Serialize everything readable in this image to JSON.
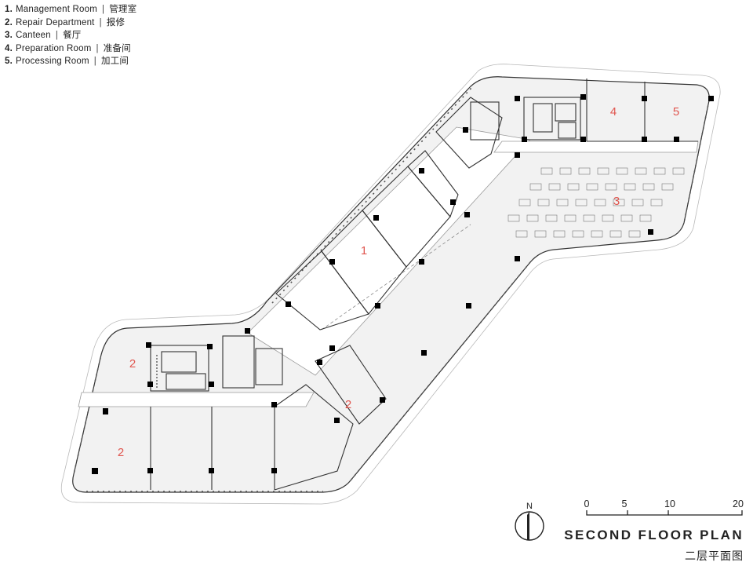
{
  "legend": {
    "items": [
      {
        "num": "1.",
        "en": "Management Room",
        "cn": "管理室"
      },
      {
        "num": "2.",
        "en": "Repair Department",
        "cn": "报修"
      },
      {
        "num": "3.",
        "en": "Canteen",
        "cn": "餐厅"
      },
      {
        "num": "4.",
        "en": "Preparation Room",
        "cn": "准备间"
      },
      {
        "num": "5.",
        "en": "Processing Room",
        "cn": "加工间"
      }
    ],
    "separator": "|"
  },
  "room_labels": {
    "management": "1",
    "repair_nw": "2",
    "repair_sw": "2",
    "repair_center": "2",
    "canteen": "3",
    "preparation": "4",
    "processing": "5"
  },
  "north": {
    "letter": "N"
  },
  "scale": {
    "ticks": [
      "0",
      "5",
      "10",
      "20"
    ]
  },
  "title": {
    "en": "SECOND FLOOR PLAN",
    "cn": "二层平面图"
  },
  "colors": {
    "room_label": "#e0564f",
    "floor": "#f2f2f2",
    "wall": "#333333",
    "column": "#000000"
  }
}
